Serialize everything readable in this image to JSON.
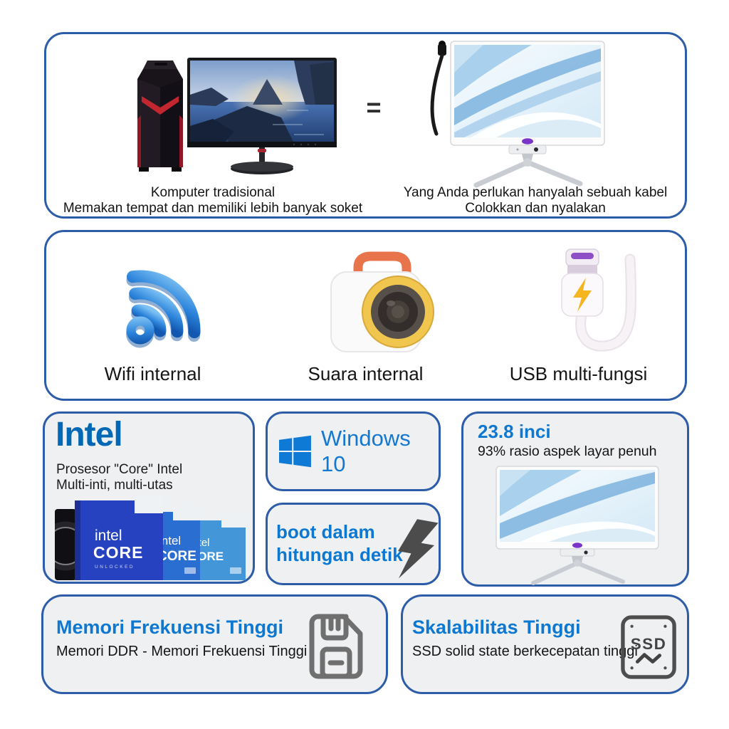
{
  "comparison": {
    "left": {
      "caption_line1": "Komputer tradisional",
      "caption_line2": "Memakan tempat dan memiliki lebih banyak soket"
    },
    "equals": "=",
    "right": {
      "caption_line1": "Yang Anda perlukan hanyalah sebuah kabel",
      "caption_line2": "Colokkan dan nyalakan"
    }
  },
  "features": {
    "items": [
      {
        "label": "Wifi internal",
        "icon": "wifi-icon"
      },
      {
        "label": "Suara internal",
        "icon": "speaker-icon"
      },
      {
        "label": "USB multi-fungsi",
        "icon": "usb-cable-icon"
      }
    ]
  },
  "intel_card": {
    "brand": "Intel",
    "line1": "Prosesor \"Core\" Intel",
    "line2": "Multi-inti, multi-utas",
    "box_brand": "intel",
    "box_model": "CORE",
    "box_sub": "UNLOCKED"
  },
  "windows_card": {
    "label": "Windows 10"
  },
  "boot_card": {
    "line1": "boot dalam",
    "line2": "hitungan detik"
  },
  "display_card": {
    "title": "23.8 inci",
    "subtitle": "93% rasio aspek layar penuh"
  },
  "memory_card": {
    "title": "Memori Frekuensi Tinggi",
    "subtitle": "Memori DDR - Memori Frekuensi Tinggi"
  },
  "ssd_card": {
    "title": "Skalabilitas Tinggi",
    "subtitle": "SSD solid state berkecepatan tinggi",
    "icon_label": "SSD"
  },
  "colors": {
    "card_border": "#2d5ca8",
    "heading_blue": "#0d78d2",
    "intel_blue": "#0068b5",
    "windows_blue": "#0e7ad6",
    "text_dark": "#161616",
    "card_fill_gray": "#eef0f2",
    "card_fill_white": "#ffffff"
  }
}
